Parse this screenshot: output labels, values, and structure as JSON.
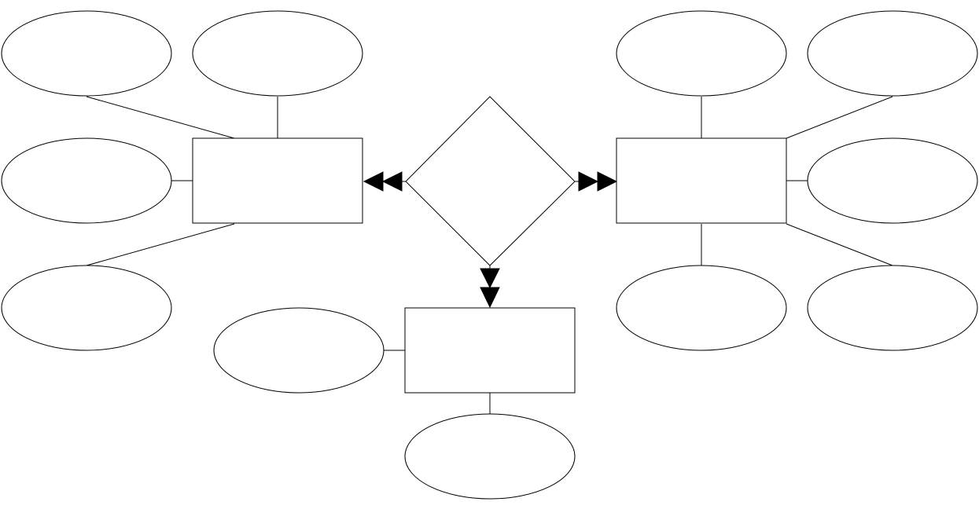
{
  "diagram": {
    "type": "entity-relationship",
    "colors": {
      "stroke": "#000000",
      "fill": "#ffffff",
      "arrowhead": "#000000"
    },
    "entities": [
      {
        "id": "entity-left",
        "label": ""
      },
      {
        "id": "entity-right",
        "label": ""
      },
      {
        "id": "entity-bottom",
        "label": ""
      }
    ],
    "relationship": {
      "id": "relationship-center",
      "label": ""
    },
    "attributes": [
      {
        "id": "attr-left-1",
        "entity": "entity-left",
        "label": ""
      },
      {
        "id": "attr-left-2",
        "entity": "entity-left",
        "label": ""
      },
      {
        "id": "attr-left-3",
        "entity": "entity-left",
        "label": ""
      },
      {
        "id": "attr-left-4",
        "entity": "entity-left",
        "label": ""
      },
      {
        "id": "attr-right-1",
        "entity": "entity-right",
        "label": ""
      },
      {
        "id": "attr-right-2",
        "entity": "entity-right",
        "label": ""
      },
      {
        "id": "attr-right-3",
        "entity": "entity-right",
        "label": ""
      },
      {
        "id": "attr-right-4",
        "entity": "entity-right",
        "label": ""
      },
      {
        "id": "attr-right-5",
        "entity": "entity-right",
        "label": ""
      },
      {
        "id": "attr-bottom-1",
        "entity": "entity-bottom",
        "label": ""
      },
      {
        "id": "attr-bottom-2",
        "entity": "entity-bottom",
        "label": ""
      }
    ],
    "links": [
      {
        "from": "relationship-center",
        "to": "entity-left",
        "arrowheads": 2
      },
      {
        "from": "relationship-center",
        "to": "entity-right",
        "arrowheads": 2
      },
      {
        "from": "relationship-center",
        "to": "entity-bottom",
        "arrowheads": 2
      }
    ]
  }
}
